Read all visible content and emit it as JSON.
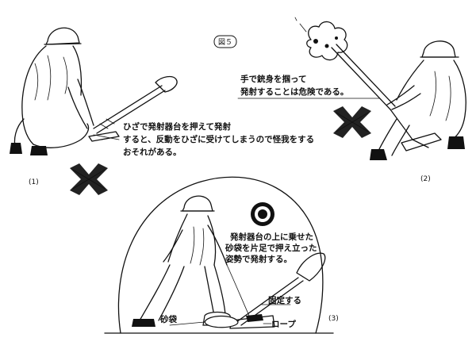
{
  "figure": {
    "title": "図５"
  },
  "panel1": {
    "number": "(1)",
    "caption_line1": "ひざで発射器台を押えて発射",
    "caption_line2": "すると、反動をひざに受けてしまうので怪我をする",
    "caption_line3": "おそれがある。"
  },
  "panel2": {
    "number": "(2)",
    "caption_line1": "手で銃身を掴って",
    "caption_line2": "発射することは危険である。"
  },
  "panel3": {
    "number": "(3)",
    "caption_line1": "発射器台の上に乗せた",
    "caption_line2": "砂袋を片足で押え立った",
    "caption_line3": "姿勢で発射する。",
    "label_fix": "固定する",
    "label_sandbag": "砂袋",
    "label_rope": "ロープ"
  }
}
